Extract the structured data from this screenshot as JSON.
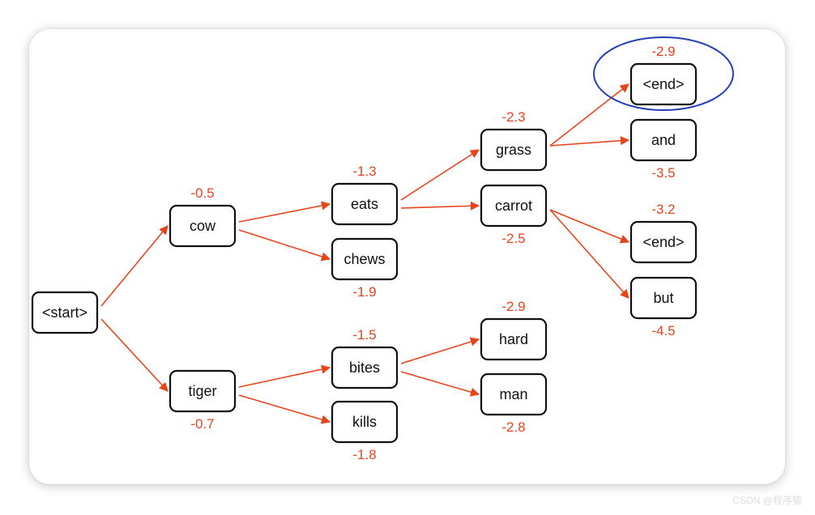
{
  "colors": {
    "edge": "#e8441c",
    "score": "#e8441c",
    "highlight": "#2340b8"
  },
  "tree": {
    "nodes": [
      {
        "id": "start",
        "label": "<start>",
        "score": ""
      },
      {
        "id": "cow",
        "label": "cow",
        "score": "-0.5"
      },
      {
        "id": "tiger",
        "label": "tiger",
        "score": "-0.7"
      },
      {
        "id": "eats",
        "label": "eats",
        "score": "-1.3"
      },
      {
        "id": "chews",
        "label": "chews",
        "score": "-1.9"
      },
      {
        "id": "bites",
        "label": "bites",
        "score": "-1.5"
      },
      {
        "id": "kills",
        "label": "kills",
        "score": "-1.8"
      },
      {
        "id": "grass",
        "label": "grass",
        "score": "-2.3"
      },
      {
        "id": "carrot",
        "label": "carrot",
        "score": "-2.5"
      },
      {
        "id": "hard",
        "label": "hard",
        "score": "-2.9"
      },
      {
        "id": "man",
        "label": "man",
        "score": "-2.8"
      },
      {
        "id": "end1",
        "label": "<end>",
        "score": "-2.9"
      },
      {
        "id": "and",
        "label": "and",
        "score": "-3.5"
      },
      {
        "id": "end2",
        "label": "<end>",
        "score": "-3.2"
      },
      {
        "id": "but",
        "label": "but",
        "score": "-4.5"
      }
    ],
    "edges": [
      [
        "start",
        "cow"
      ],
      [
        "start",
        "tiger"
      ],
      [
        "cow",
        "eats"
      ],
      [
        "cow",
        "chews"
      ],
      [
        "tiger",
        "bites"
      ],
      [
        "tiger",
        "kills"
      ],
      [
        "eats",
        "grass"
      ],
      [
        "eats",
        "carrot"
      ],
      [
        "bites",
        "hard"
      ],
      [
        "bites",
        "man"
      ],
      [
        "grass",
        "end1"
      ],
      [
        "grass",
        "and"
      ],
      [
        "carrot",
        "end2"
      ],
      [
        "carrot",
        "but"
      ]
    ],
    "highlighted": "end1"
  },
  "watermark": "CSDN @程序猿"
}
